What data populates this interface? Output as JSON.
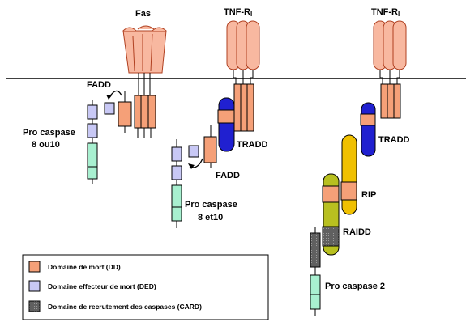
{
  "labels": {
    "fas": "Fas",
    "tnfr_main": "TNF-R",
    "tnfr_sub": "I",
    "fadd": "FADD",
    "tradd": "TRADD",
    "rip": "RIP",
    "raidd": "RAIDD",
    "procaspase_8_10_line1": "Pro caspase",
    "procaspase_8_10_line2": "8 ou10",
    "procaspase_8_et_10_line1": "Pro caspase",
    "procaspase_8_et_10_line2": "8 et10",
    "procaspase_2": "Pro caspase 2"
  },
  "legend": {
    "items": [
      {
        "label": "Domaine de mort (DD)",
        "color": "#f5a078"
      },
      {
        "label": "Domaine effecteur de mort (DED)",
        "color": "#c8c8f5"
      },
      {
        "label": "Domaine de recrutement des caspases (CARD)",
        "color": "#606060"
      }
    ]
  },
  "colors": {
    "death_domain": "#f5a078",
    "ded": "#c8c8f5",
    "card": "#606060",
    "caspase_body": "#a8f0d0",
    "receptor": "#f8b8a0",
    "tradd": "#2020d0",
    "rip": "#f0c000",
    "raidd": "#b8c020"
  }
}
